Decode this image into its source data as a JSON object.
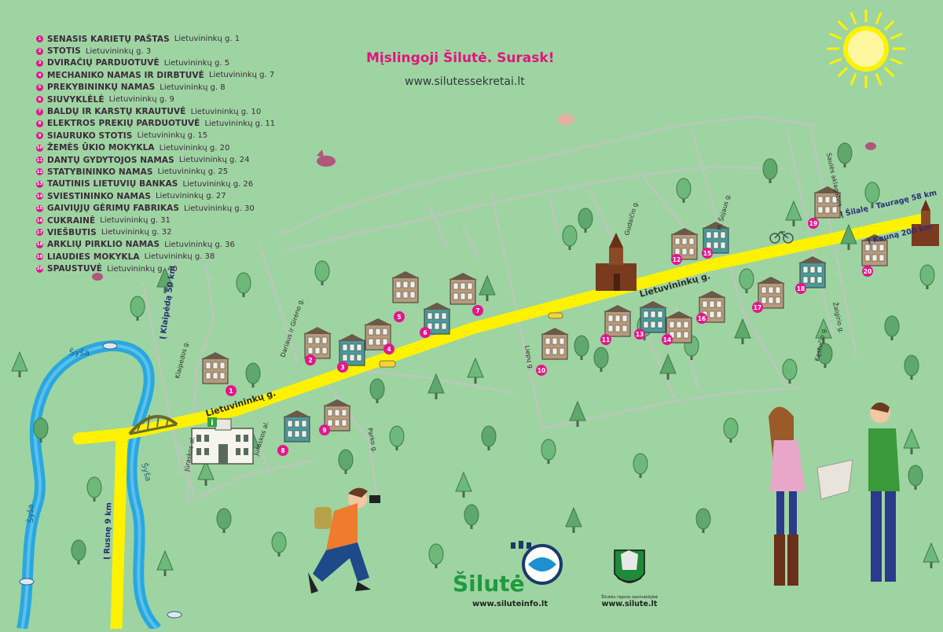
{
  "header": {
    "title": "Mįslingoji Šilutė. Surask!",
    "website": "www.silutessekretai.lt"
  },
  "legend": [
    {
      "num": "1",
      "name": "SENASIS KARIETŲ PAŠTAS",
      "address": "Lietuvininkų g. 1"
    },
    {
      "num": "2",
      "name": "STOTIS",
      "address": "Lietuvininkų g. 3"
    },
    {
      "num": "3",
      "name": "DVIRAČIŲ PARDUOTUVĖ",
      "address": "Lietuvininkų g. 5"
    },
    {
      "num": "4",
      "name": "MECHANIKO NAMAS IR DIRBTUVĖ",
      "address": "Lietuvininkų g. 7"
    },
    {
      "num": "5",
      "name": "PREKYBININKŲ NAMAS",
      "address": "Lietuvininkų g. 8"
    },
    {
      "num": "6",
      "name": "SIUVYKLĖLĖ",
      "address": "Lietuvininkų g. 9"
    },
    {
      "num": "7",
      "name": "BALDŲ IR KARSTŲ KRAUTUVĖ",
      "address": "Lietuvininkų g. 10"
    },
    {
      "num": "8",
      "name": "ELEKTROS PREKIŲ PARDUOTUVĖ",
      "address": "Lietuvininkų g. 11"
    },
    {
      "num": "9",
      "name": "SIAURUKO STOTIS",
      "address": "Lietuvininkų g. 15"
    },
    {
      "num": "10",
      "name": "ŽEMĖS ŪKIO MOKYKLA",
      "address": "Lietuvininkų g. 20"
    },
    {
      "num": "11",
      "name": "DANTŲ GYDYTOJOS NAMAS",
      "address": "Lietuvininkų g. 24"
    },
    {
      "num": "12",
      "name": "STATYBININKO NAMAS",
      "address": "Lietuvininkų g. 25"
    },
    {
      "num": "13",
      "name": "TAUTINIS LIETUVIŲ BANKAS",
      "address": "Lietuvininkų g. 26"
    },
    {
      "num": "14",
      "name": "SVIESTININKO NAMAS",
      "address": "Lietuvininkų g. 27"
    },
    {
      "num": "15",
      "name": "GAIVIŲJŲ GĖRIMŲ FABRIKAS",
      "address": "Lietuvininkų g. 30"
    },
    {
      "num": "16",
      "name": "CUKRAINĖ",
      "address": "Lietuvininkų g. 31"
    },
    {
      "num": "17",
      "name": "VIEŠBUTIS",
      "address": "Lietuvininkų g. 32"
    },
    {
      "num": "18",
      "name": "ARKLIŲ PIRKLIO NAMAS",
      "address": "Lietuvininkų g. 36"
    },
    {
      "num": "19",
      "name": "LIAUDIES MOKYKLA",
      "address": "Lietuvininkų g. 38"
    },
    {
      "num": "20",
      "name": "SPAUSTUVĖ",
      "address": "Lietuvininkų g. 40"
    }
  ],
  "streets": {
    "main_upper": "Lietuvininkų g.",
    "main_lower": "Lietuvininkų g.",
    "klaipedos": "Klaipėdos g.",
    "dariaus": "Dariaus ir Girėno g.",
    "juraskos_1": "Jūraskos al.",
    "juraskos_2": "Jūraskos al.",
    "parko": "Parko g.",
    "liepu": "Liepų g.",
    "gustaiceio": "Gudaičio g.",
    "sojaus": "H. Šojaus g.",
    "kestucio": "Kęstučio g.",
    "zalgirio": "Žalgirio g.",
    "saules": "Saulės aklagatvis"
  },
  "directions": {
    "klaipeda": "Į Klaipėdą 50 km",
    "rusne": "Į Rusnę 9 km",
    "silale": "Į Šilalę - Tauragę 58 km",
    "kauna": "Į Kauną 200 km"
  },
  "river": {
    "label_1": "Šyša",
    "label_2": "Šyša",
    "label_3": "Šyša"
  },
  "info_marker": "i",
  "markers": [
    "1",
    "2",
    "3",
    "4",
    "5",
    "6",
    "7",
    "8",
    "9",
    "10",
    "11",
    "12",
    "13",
    "14",
    "15",
    "16",
    "17",
    "18",
    "19",
    "20"
  ],
  "logos": {
    "silute_text": "Šilutė",
    "silute_url": "www.siluteinfo.lt",
    "municipality": "Šilutės rajono savivaldybė",
    "municipality_url": "www.silute.lt"
  },
  "colors": {
    "background": "#9ed4a2",
    "main_road": "#fff200",
    "river": "#29a8e0",
    "marker": "#e2178a",
    "title": "#e0157f"
  }
}
